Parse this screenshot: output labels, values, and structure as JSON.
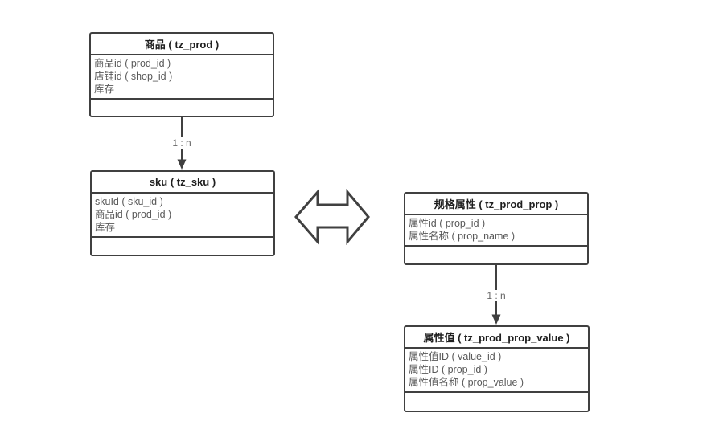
{
  "diagram": {
    "type": "entity-relationship",
    "entities": [
      {
        "id": "prod",
        "title": "商品 ( tz_prod )",
        "fields": [
          "商品id ( prod_id )",
          "店铺id ( shop_id )",
          "库存"
        ]
      },
      {
        "id": "sku",
        "title": "sku ( tz_sku )",
        "fields": [
          "skuId ( sku_id )",
          "商品id ( prod_id )",
          "库存"
        ]
      },
      {
        "id": "prod_prop",
        "title": "规格属性 ( tz_prod_prop )",
        "fields": [
          "属性id ( prop_id )",
          "属性名称 ( prop_name )"
        ]
      },
      {
        "id": "prod_prop_value",
        "title": "属性值 ( tz_prod_prop_value )",
        "fields": [
          "属性值ID ( value_id )",
          "属性ID ( prop_id )",
          "属性值名称 ( prop_value )"
        ]
      }
    ],
    "connections": [
      {
        "from": "prod",
        "to": "sku",
        "label": "1 : n",
        "type": "arrow-down"
      },
      {
        "from": "prod_prop",
        "to": "prod_prop_value",
        "label": "1 : n",
        "type": "arrow-down"
      },
      {
        "from": "sku",
        "to": "prod_prop",
        "label": "",
        "type": "double-arrow"
      }
    ],
    "colors": {
      "border": "#404040",
      "title_text": "#1f1f1f",
      "field_text": "#595959",
      "label_text": "#666666",
      "background": "#ffffff"
    }
  }
}
